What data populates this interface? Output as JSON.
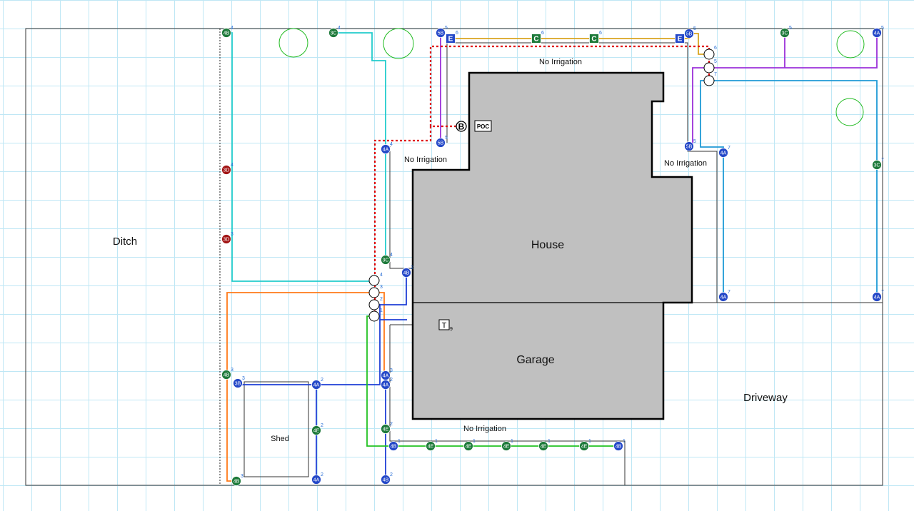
{
  "labels": {
    "ditch": "Ditch",
    "house": "House",
    "garage": "Garage",
    "driveway": "Driveway",
    "shed": "Shed",
    "no_irrigation_top": "No Irrigation",
    "no_irrigation_left": "No Irrigation",
    "no_irrigation_right": "No Irrigation",
    "no_irrigation_bottom": "No Irrigation",
    "poc": "POC",
    "backflow": "B",
    "timer": "T",
    "timer_num": "9"
  },
  "colors": {
    "zone1": "#22c222",
    "zone2": "#1f3fd6",
    "zone3": "#ff7a1a",
    "zone4": "#22cccc",
    "zone5": "#9b30d9",
    "zone6": "#d9a520",
    "zone7": "#1e9ad6",
    "mainline": "#e00000",
    "building": "#c0c0c0",
    "head_blue": "#2448c8",
    "head_green": "#1d7a3a",
    "head_red": "#a21515",
    "tree": "#22bb22"
  },
  "heads": [
    {
      "id": "h1",
      "color": "head_green",
      "text": "4B",
      "num": "4"
    },
    {
      "id": "h2",
      "color": "head_green",
      "text": "3C",
      "num": "4"
    },
    {
      "id": "h3",
      "color": "head_red",
      "text": "3D",
      "num": "4"
    },
    {
      "id": "h4",
      "color": "head_red",
      "text": "3D",
      "num": "3"
    },
    {
      "id": "h5",
      "color": "head_green",
      "text": "4B",
      "num": "3"
    },
    {
      "id": "h6",
      "color": "head_blue",
      "text": "3B",
      "num": "3"
    },
    {
      "id": "h7",
      "color": "head_green",
      "text": "4B",
      "num": "3"
    },
    {
      "id": "h8",
      "color": "head_blue",
      "text": "4A",
      "num": "2"
    },
    {
      "id": "h9",
      "color": "head_green",
      "text": "4E",
      "num": "2"
    },
    {
      "id": "h10",
      "color": "head_blue",
      "text": "4A",
      "num": "2"
    },
    {
      "id": "h11",
      "color": "head_blue",
      "text": "4A",
      "num": "3"
    },
    {
      "id": "h12",
      "color": "head_blue",
      "text": "4A",
      "num": "2"
    },
    {
      "id": "h13",
      "color": "head_green",
      "text": "4E",
      "num": "2"
    },
    {
      "id": "h14",
      "color": "head_blue",
      "text": "4B",
      "num": "1"
    },
    {
      "id": "h15",
      "color": "head_green",
      "text": "4E",
      "num": "1"
    },
    {
      "id": "h16",
      "color": "head_green",
      "text": "4E",
      "num": "1"
    },
    {
      "id": "h17",
      "color": "head_green",
      "text": "4E",
      "num": "1"
    },
    {
      "id": "h18",
      "color": "head_green",
      "text": "4E",
      "num": "1"
    },
    {
      "id": "h19",
      "color": "head_green",
      "text": "4E",
      "num": "1"
    },
    {
      "id": "h20",
      "color": "head_blue",
      "text": "4B",
      "num": "1"
    },
    {
      "id": "h21",
      "color": "head_blue",
      "text": "4B",
      "num": "2"
    },
    {
      "id": "h22",
      "color": "head_blue",
      "text": "4B",
      "num": "2"
    },
    {
      "id": "h23",
      "color": "head_green",
      "text": "3C",
      "num": "4"
    },
    {
      "id": "h24",
      "color": "head_blue",
      "text": "4A",
      "num": "4"
    },
    {
      "id": "h25",
      "color": "head_blue",
      "text": "5B",
      "num": "5"
    },
    {
      "id": "h26",
      "color": "head_blue",
      "text": "5B",
      "num": "5"
    },
    {
      "id": "h27",
      "color": "head_blue",
      "text": "5B",
      "num": "5"
    },
    {
      "id": "h28",
      "color": "head_blue",
      "text": "5B",
      "num": "5"
    },
    {
      "id": "h29",
      "color": "head_green",
      "text": "3C",
      "num": "5"
    },
    {
      "id": "h30",
      "color": "head_blue",
      "text": "4A",
      "num": "5"
    },
    {
      "id": "h31",
      "color": "head_blue",
      "text": "4A",
      "num": "7"
    },
    {
      "id": "h32",
      "color": "head_blue",
      "text": "4A",
      "num": "7"
    },
    {
      "id": "h33",
      "color": "head_green",
      "text": "3C",
      "num": "7"
    },
    {
      "id": "h34",
      "color": "head_blue",
      "text": "4A",
      "num": "7"
    }
  ],
  "squares": [
    {
      "id": "s1",
      "color": "head_blue",
      "text": "E",
      "num": "6"
    },
    {
      "id": "s2",
      "color": "head_green",
      "text": "C",
      "num": "6"
    },
    {
      "id": "s3",
      "color": "head_green",
      "text": "C",
      "num": "6"
    },
    {
      "id": "s4",
      "color": "head_blue",
      "text": "E",
      "num": "6"
    }
  ],
  "valves": [
    {
      "id": "v1",
      "num": "4"
    },
    {
      "id": "v2",
      "num": "3"
    },
    {
      "id": "v3",
      "num": "2"
    },
    {
      "id": "v4",
      "num": "1"
    },
    {
      "id": "v5",
      "num": "6"
    },
    {
      "id": "v6",
      "num": "5"
    },
    {
      "id": "v7",
      "num": "7"
    }
  ]
}
